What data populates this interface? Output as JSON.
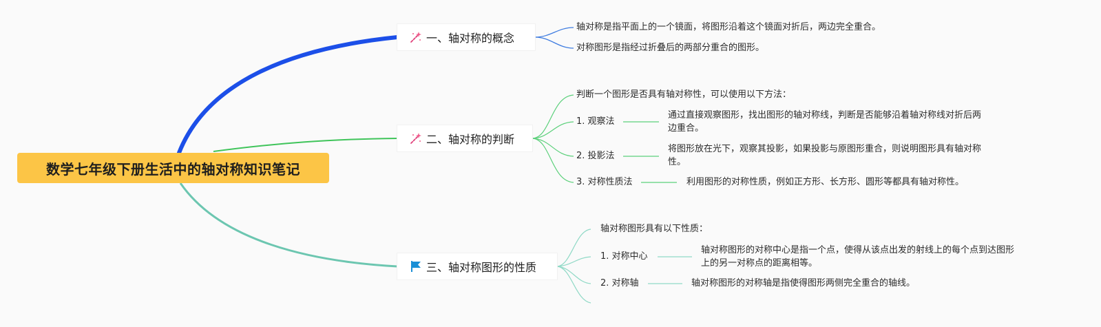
{
  "root": {
    "title": "数学七年级下册生活中的轴对称知识笔记"
  },
  "colors": {
    "root_bg": "#fcc546",
    "branch1": "#1c4fe8",
    "branch2": "#3fc45a",
    "branch3": "#6cc6b0",
    "sub1": "#3d7be0",
    "sub2": "#5bd07a",
    "sub3": "#8fd9c6"
  },
  "branches": [
    {
      "title": "一、轴对称的概念",
      "icon": "magic-wand-icon",
      "items": [
        "轴对称是指平面上的一个镜面，将图形沿着这个镜面对折后，两边完全重合。",
        "对称图形是指经过折叠后的两部分重合的图形。"
      ]
    },
    {
      "title": "二、轴对称的判断",
      "icon": "magic-wand-icon",
      "intro": "判断一个图形是否具有轴对称性，可以使用以下方法：",
      "methods": [
        {
          "label": "1. 观察法",
          "desc_lines": [
            "通过直接观察图形，找出图形的轴对称线，判断是否能够沿着轴对称线对折后两",
            "边重合。"
          ]
        },
        {
          "label": "2. 投影法",
          "desc_lines": [
            "将图形放在光下，观察其投影，如果投影与原图形重合，则说明图形具有轴对称",
            "性。"
          ]
        },
        {
          "label": "3. 对称性质法",
          "desc_lines": [
            "利用图形的对称性质，例如正方形、长方形、圆形等都具有轴对称性。"
          ]
        }
      ]
    },
    {
      "title": "三、轴对称图形的性质",
      "icon": "flag-icon",
      "intro": "轴对称图形具有以下性质：",
      "properties": [
        {
          "label": "1. 对称中心",
          "desc_lines": [
            "轴对称图形的对称中心是指一个点，使得从该点出发的射线上的每个点到达图形",
            "上的另一对称点的距离相等。"
          ]
        },
        {
          "label": "2. 对称轴",
          "desc_lines": [
            "轴对称图形的对称轴是指使得图形两侧完全重合的轴线。"
          ]
        }
      ]
    }
  ]
}
